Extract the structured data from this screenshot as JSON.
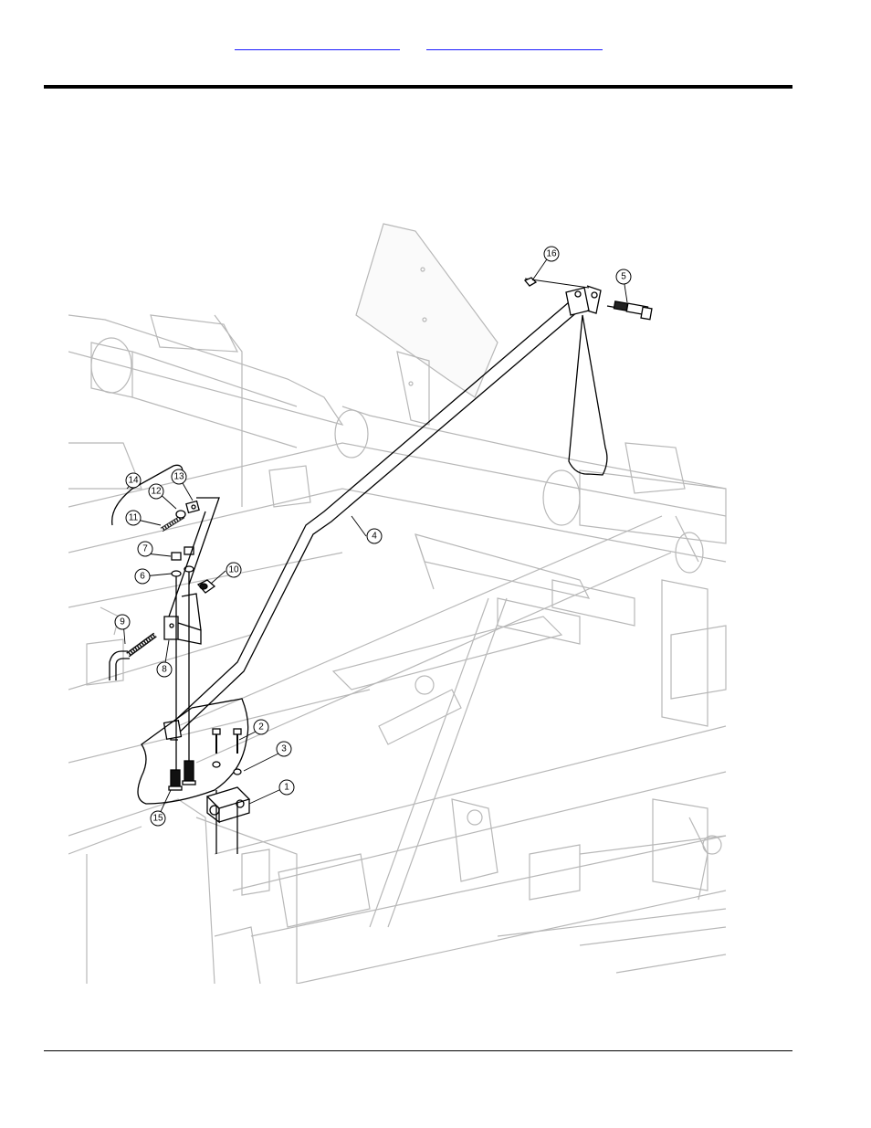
{
  "header": {
    "links": [
      {
        "label": ""
      },
      {
        "label": ""
      }
    ]
  },
  "drawing": {
    "callouts": [
      {
        "id": "1",
        "label": "1"
      },
      {
        "id": "2",
        "label": "2"
      },
      {
        "id": "3",
        "label": "3"
      },
      {
        "id": "4",
        "label": "4"
      },
      {
        "id": "5",
        "label": "5"
      },
      {
        "id": "6",
        "label": "6"
      },
      {
        "id": "7",
        "label": "7"
      },
      {
        "id": "8",
        "label": "8"
      },
      {
        "id": "9",
        "label": "9"
      },
      {
        "id": "10",
        "label": "10"
      },
      {
        "id": "11",
        "label": "11"
      },
      {
        "id": "12",
        "label": "12"
      },
      {
        "id": "13",
        "label": "13"
      },
      {
        "id": "14",
        "label": "14"
      },
      {
        "id": "15",
        "label": "15"
      },
      {
        "id": "16",
        "label": "16"
      }
    ]
  },
  "colors": {
    "link": "#1a1aff",
    "rule": "#000000",
    "ghost_lines": "#b8b8b8",
    "part_lines": "#000000"
  }
}
